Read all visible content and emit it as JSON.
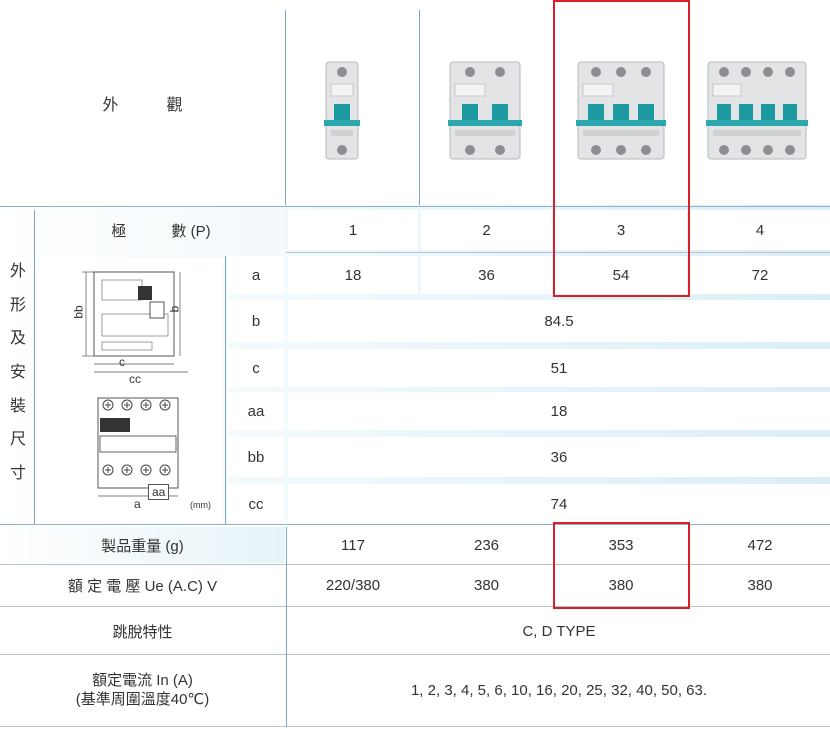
{
  "header": {
    "label": "外　　　觀"
  },
  "poles": {
    "label": "極　　　數 (P)",
    "values": [
      "1",
      "2",
      "3",
      "4"
    ]
  },
  "dims": {
    "vertical_label": [
      "外",
      "形",
      "及",
      "安",
      "裝",
      "尺",
      "寸"
    ],
    "unit": "(mm)",
    "diagram_labels": {
      "bb": "bb",
      "b": "b",
      "c": "c",
      "cc": "cc",
      "a": "a",
      "aa": "aa"
    },
    "rows": [
      {
        "key": "a",
        "values": [
          "18",
          "36",
          "54",
          "72"
        ]
      },
      {
        "key": "b",
        "value": "84.5"
      },
      {
        "key": "c",
        "value": "51"
      },
      {
        "key": "aa",
        "value": "18"
      },
      {
        "key": "bb",
        "value": "36"
      },
      {
        "key": "cc",
        "value": "74"
      }
    ]
  },
  "weight": {
    "label": "製品重量 (g)",
    "values": [
      "117",
      "236",
      "353",
      "472"
    ]
  },
  "voltage": {
    "label": "額 定 電 壓 Ue (A.C) V",
    "values": [
      "220/380",
      "380",
      "380",
      "380"
    ]
  },
  "trip": {
    "label": "跳脫特性",
    "value": "C, D TYPE"
  },
  "current": {
    "label_line1": "額定電流 In (A)",
    "label_line2": "(基準周圍溫度40℃)",
    "value": "1, 2, 3, 4, 5, 6, 10, 16, 20, 25, 32, 40, 50, 63."
  },
  "colors": {
    "highlight": "#d8202a",
    "band": "#dbeef6",
    "breaker_toggle": "#1d9aa0"
  }
}
